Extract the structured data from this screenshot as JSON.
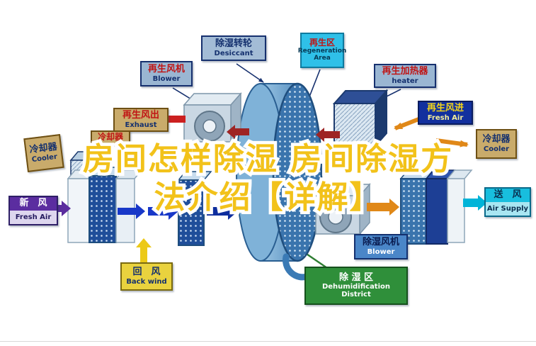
{
  "watermark": {
    "line1": "房间怎样除湿 房间除湿方",
    "line2": "法介绍【详解】"
  },
  "labels": {
    "desiccant": {
      "zh": "除湿转轮",
      "en": "Desiccant"
    },
    "regen_area": {
      "zh": "再生区",
      "en": "Regeneration Area"
    },
    "regen_blower": {
      "zh": "再生风机",
      "en": "Blower"
    },
    "regen_heater": {
      "zh": "再生加热器",
      "en": "heater"
    },
    "exhaust": {
      "zh": "再生风出",
      "en": "Exhaust"
    },
    "regen_fresh_air": {
      "zh": "再生风进",
      "en": "Fresh Air"
    },
    "cooler_left": {
      "zh": "冷却器",
      "en": "Cooler"
    },
    "cooler_mid": {
      "zh": "冷却器"
    },
    "cooler_right": {
      "zh": "冷却器",
      "en": "Cooler"
    },
    "fresh_air": {
      "zh": "新　风",
      "en": "Fresh Air"
    },
    "air_supply": {
      "zh": "送　风",
      "en": "Air Supply"
    },
    "back_wind": {
      "zh": "回　风",
      "en": "Back wind"
    },
    "dehumid_blower": {
      "zh": "除湿风机",
      "en": "Blower"
    },
    "dehumid_district": {
      "zh": "除 湿 区",
      "en1": "Dehumidification",
      "en2": "District"
    }
  },
  "palette": {
    "watermark_yellow": "#f2c21a",
    "rotor_blue": "#5a92c2",
    "coil_navy": "#1f4e9a",
    "arrow_blue": "#1838c8",
    "arrow_orange": "#e08818",
    "arrow_red": "#cc2020",
    "arrow_purple": "#5b2d9e",
    "arrow_cyan": "#00b4d8",
    "arrow_yellow": "#ecc918",
    "district_green": "#2f8f3a"
  }
}
